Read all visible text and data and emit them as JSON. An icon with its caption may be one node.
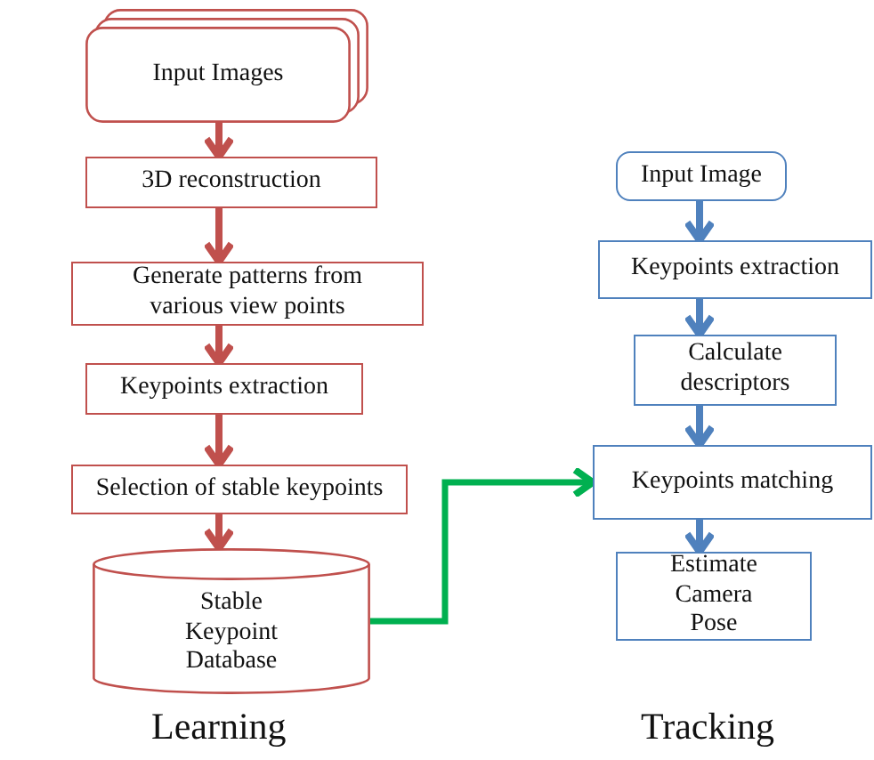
{
  "diagram": {
    "nodes": [
      {
        "text": [
          "Input Images"
        ]
      },
      {
        "text": [
          "3D reconstruction"
        ]
      },
      {
        "text": [
          "Generate patterns from various view points"
        ]
      },
      {
        "text": [
          "Keypoints extraction"
        ]
      },
      {
        "text": [
          "Selection of stable keypoints"
        ]
      },
      {
        "text": [
          "Stable Keypoint Database"
        ]
      },
      {
        "text": [
          "Input Image"
        ]
      },
      {
        "text": [
          "Keypoints extraction"
        ]
      },
      {
        "text": [
          "Calculate descriptors"
        ]
      },
      {
        "text": [
          "Keypoints matching"
        ]
      },
      {
        "text": [
          "Estimate Camera Pose"
        ]
      }
    ],
    "edges": [
      {
        "from": 0,
        "to": 1,
        "arrow": "to",
        "color": "#c0504d"
      },
      {
        "from": 1,
        "to": 2,
        "arrow": "to",
        "color": "#c0504d"
      },
      {
        "from": 2,
        "to": 3,
        "arrow": "to",
        "color": "#c0504d"
      },
      {
        "from": 3,
        "to": 4,
        "arrow": "to",
        "color": "#c0504d"
      },
      {
        "from": 4,
        "to": 5,
        "arrow": "to",
        "color": "#c0504d"
      },
      {
        "from": 6,
        "to": 7,
        "arrow": "to",
        "color": "#4f81bd"
      },
      {
        "from": 7,
        "to": 8,
        "arrow": "to",
        "color": "#4f81bd"
      },
      {
        "from": 8,
        "to": 9,
        "arrow": "to",
        "color": "#4f81bd"
      },
      {
        "from": 9,
        "to": 10,
        "arrow": "to",
        "color": "#4f81bd"
      },
      {
        "from": 5,
        "to": 9,
        "arrow": "to",
        "color": "#00b050"
      }
    ],
    "labels": [
      "Learning",
      "Tracking"
    ]
  }
}
